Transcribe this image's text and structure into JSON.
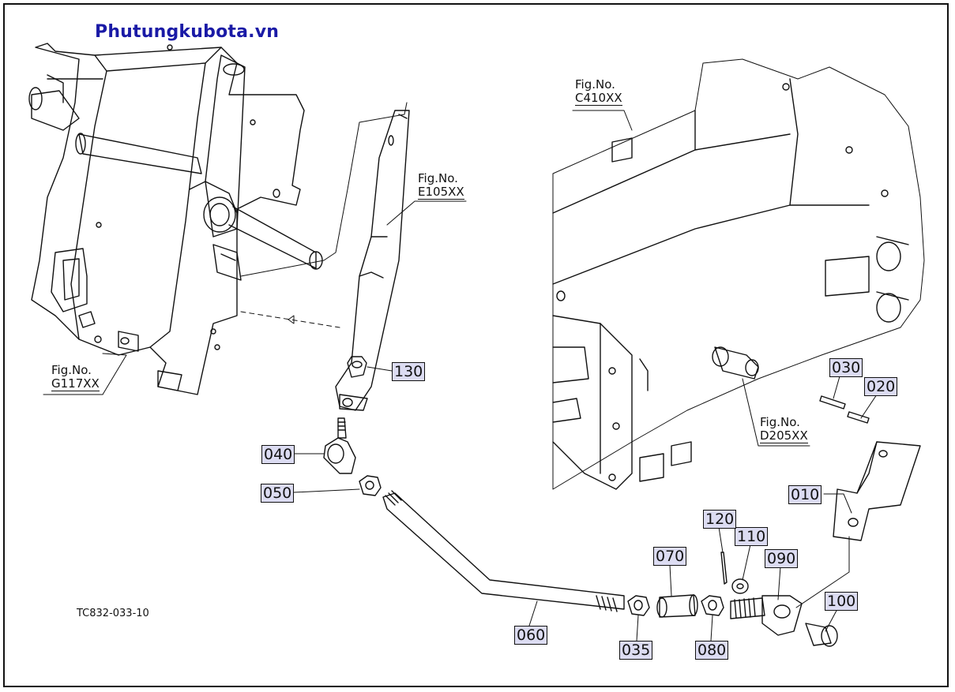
{
  "watermark": "Phutungkubota.vn",
  "drawing_code": "TC832-033-10",
  "refs": {
    "g117": {
      "title": "Fig.No.",
      "code": "G117XX"
    },
    "e105": {
      "title": "Fig.No.",
      "code": "E105XX"
    },
    "c410": {
      "title": "Fig.No.",
      "code": "C410XX"
    },
    "d205": {
      "title": "Fig.No.",
      "code": "D205XX"
    }
  },
  "parts": {
    "p010": "010",
    "p020": "020",
    "p030": "030",
    "p035": "035",
    "p040": "040",
    "p050": "050",
    "p060": "060",
    "p070": "070",
    "p080": "080",
    "p090": "090",
    "p100": "100",
    "p110": "110",
    "p120": "120",
    "p130": "130"
  },
  "colors": {
    "part_highlight": "#dcdcf2",
    "watermark": "#1a1aa6",
    "line": "#111111"
  }
}
